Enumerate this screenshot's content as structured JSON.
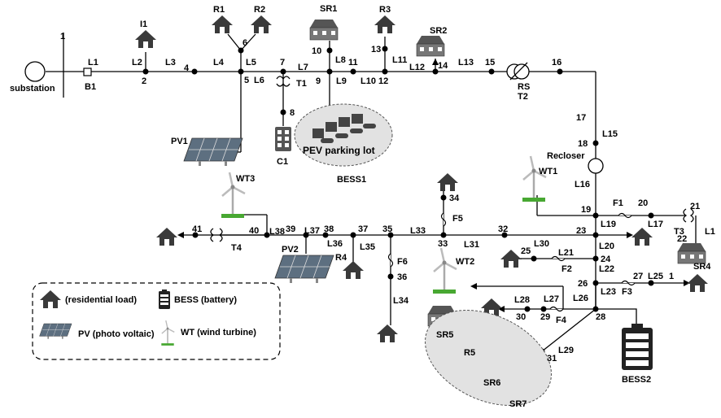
{
  "labels": {
    "substation": "substation",
    "b1": "B1",
    "l1": "L1",
    "l2": "L2",
    "l3": "L3",
    "l4": "L4",
    "l5": "L5",
    "l6": "L6",
    "l7": "L7",
    "l8": "L8",
    "l9": "L9",
    "l10": "L10",
    "l11": "L11",
    "l12": "L12",
    "l13": "L13",
    "l15": "L15",
    "l16": "L16",
    "l17": "L17",
    "l18": "L1",
    "l19": "L19",
    "l20": "L20",
    "l21": "L21",
    "l22": "L22",
    "l23": "L23",
    "l25": "L25",
    "l26": "L26",
    "l27": "L27",
    "l28": "L28",
    "l29": "L29",
    "l30": "L30",
    "l31": "L31",
    "l33": "L33",
    "l34": "L34",
    "l35": "L35",
    "l36": "L36",
    "l37": "L37",
    "l38": "L38",
    "t1": "T1",
    "t2": "T2",
    "t3": "T3",
    "t4": "T4",
    "rs": "RS",
    "f1": "F1",
    "f2": "F2",
    "f3": "F3",
    "f4": "F4",
    "f5": "F5",
    "f6": "F6",
    "recloser": "Recloser",
    "i1": "I1",
    "r1": "R1",
    "r2": "R2",
    "r3": "R3",
    "r4": "R4",
    "r5": "R5",
    "sr1": "SR1",
    "sr2": "SR2",
    "sr4": "SR4",
    "sr5": "SR5",
    "sr6": "SR6",
    "sr7": "SR7",
    "pv1": "PV1",
    "pv2": "PV2",
    "wt1": "WT1",
    "wt2": "WT2",
    "wt3": "WT3",
    "c1": "C1",
    "pev": "PEV parking lot",
    "bess1": "BESS1",
    "bess2": "BESS2"
  },
  "nodes": {
    "n1": "1",
    "n2": "2",
    "n4": "4",
    "n5": "5",
    "n6": "6",
    "n7": "7",
    "n8": "8",
    "n9": "9",
    "n10": "10",
    "n11": "11",
    "n12": "12",
    "n13": "13",
    "n14": "14",
    "n15": "15",
    "n16": "16",
    "n17": "17",
    "n18": "18",
    "n19": "19",
    "n20": "20",
    "n21": "21",
    "n22": "22",
    "n23": "23",
    "n24": "24",
    "n25": "25",
    "n26": "26",
    "n27": "27",
    "n27b": "1",
    "n28": "28",
    "n29": "29",
    "n30": "30",
    "n31": "31",
    "n32": "32",
    "n33": "33",
    "n34": "34",
    "n35": "35",
    "n36": "36",
    "n37": "37",
    "n38": "38",
    "n39": "39",
    "n40": "40",
    "n41": "41"
  },
  "legend": {
    "residential": "(residential load)",
    "bess": "BESS (battery)",
    "pv": "PV (photo voltaic)",
    "wt": "WT (wind turbine)"
  }
}
